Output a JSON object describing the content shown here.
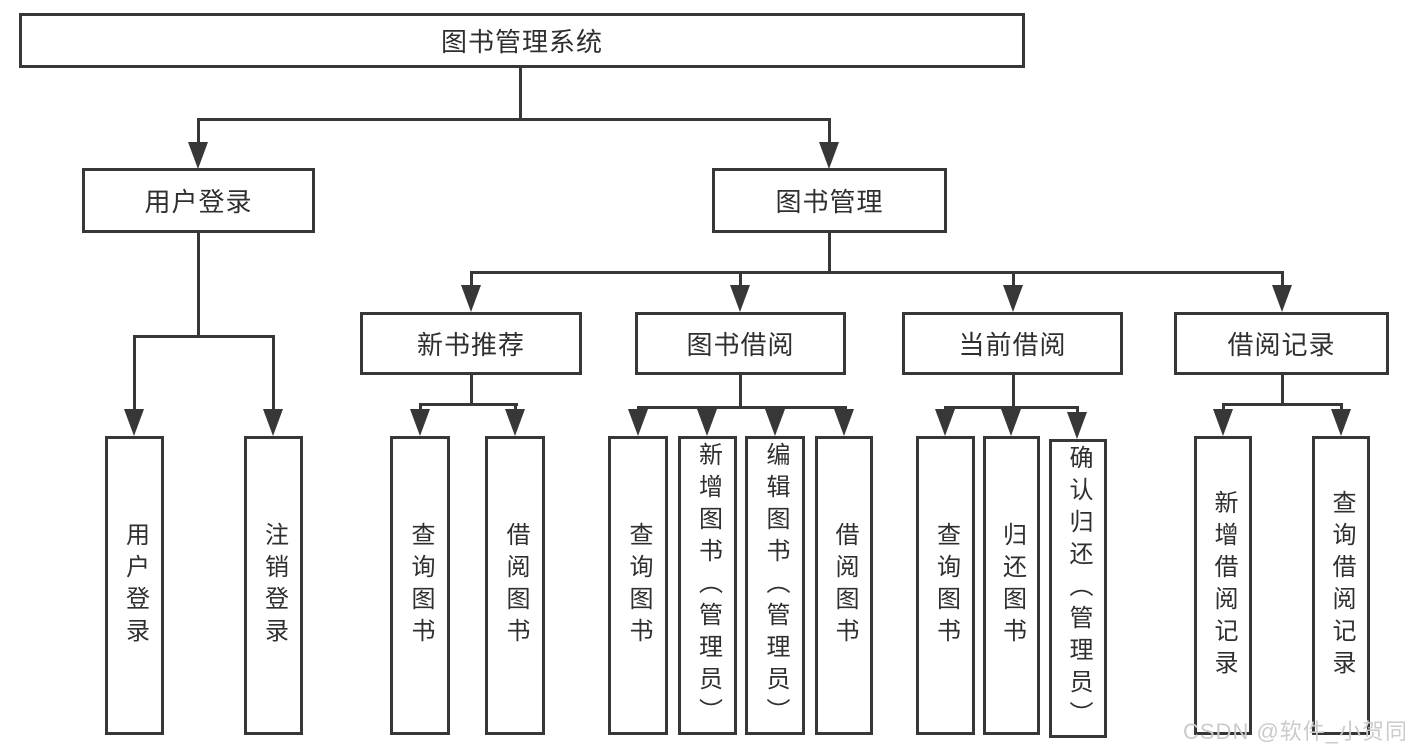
{
  "diagram": {
    "root": {
      "label": "图书管理系统"
    },
    "branches": [
      {
        "label": "用户登录",
        "children": [
          {
            "label": "用户登录"
          },
          {
            "label": "注销登录"
          }
        ]
      },
      {
        "label": "图书管理",
        "children": [
          {
            "label": "新书推荐",
            "children": [
              {
                "label": "查询图书"
              },
              {
                "label": "借阅图书"
              }
            ]
          },
          {
            "label": "图书借阅",
            "children": [
              {
                "label": "查询图书"
              },
              {
                "label": "新增图书（管理员）"
              },
              {
                "label": "编辑图书（管理员）"
              },
              {
                "label": "借阅图书"
              }
            ]
          },
          {
            "label": "当前借阅",
            "children": [
              {
                "label": "查询图书"
              },
              {
                "label": "归还图书"
              },
              {
                "label": "确认归还（管理员）"
              }
            ]
          },
          {
            "label": "借阅记录",
            "children": [
              {
                "label": "新增借阅记录"
              },
              {
                "label": "查询借阅记录"
              }
            ]
          }
        ]
      }
    ]
  },
  "watermark": {
    "text": "CSDN @软件_小贺同学"
  },
  "colors": {
    "line": "#373737",
    "background": "#ffffff",
    "watermark": "#cbcbcb"
  }
}
